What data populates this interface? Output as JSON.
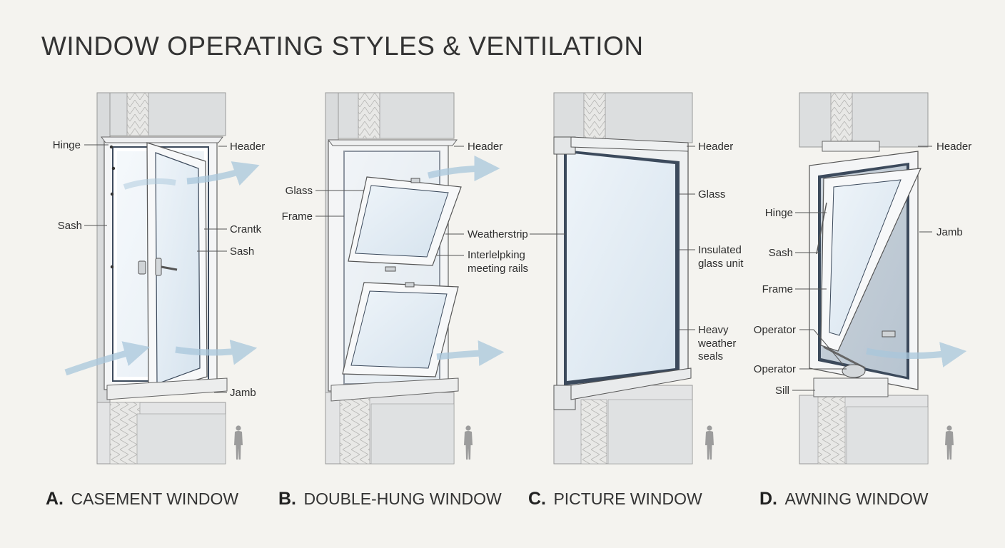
{
  "title": "WINDOW OPERATING STYLES & VENTILATION",
  "colors": {
    "frame": "#f4f5f6",
    "glass": "#dfe9f2",
    "wall": "#dcdedf",
    "gasket": "#3c4a5c",
    "airflow": "#a9c7dc",
    "background": "#f4f3ef"
  },
  "panels": [
    {
      "letter": "A.",
      "caption": "CASEMENT WINDOW",
      "labels": {
        "hinge": "Hinge",
        "header": "Header",
        "sash_left": "Sash",
        "crank": "Crantk",
        "sash_right": "Sash",
        "jamb": "Jamb"
      }
    },
    {
      "letter": "B.",
      "caption": "DOUBLE-HUNG WINDOW",
      "labels": {
        "glass": "Glass",
        "frame": "Frame",
        "header": "Header",
        "weatherstrip": "Weatherstrip",
        "meeting_rails_1": "Interlelpking",
        "meeting_rails_2": "meeting rails"
      }
    },
    {
      "letter": "C.",
      "caption": "PICTURE WINDOW",
      "labels": {
        "header": "Header",
        "glass": "Glass",
        "igu_1": "Insulated",
        "igu_2": "glass unit",
        "seals_1": "Heavy",
        "seals_2": "weather",
        "seals_3": "seals"
      }
    },
    {
      "letter": "D.",
      "caption": "AWNING WINDOW",
      "labels": {
        "header": "Header",
        "hinge": "Hinge",
        "jamb": "Jamb",
        "sash": "Sash",
        "frame": "Frame",
        "operator_1": "Operator",
        "operator_2": "Operator",
        "sill": "Sill"
      }
    }
  ]
}
